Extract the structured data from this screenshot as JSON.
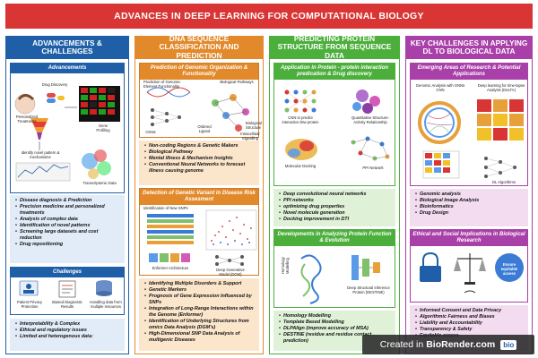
{
  "title": "ADVANCES IN DEEP LEARNING FOR COMPUTATIONAL BIOLOGY",
  "col1": {
    "header": "ADVANCEMENTS & CHALLENGES",
    "panel1": {
      "head": "Advancements",
      "labels": {
        "personalized": "Personalized Treatments",
        "drug": "Drug Discovery",
        "gene": "Gene Profiling",
        "novel": "Identify novel pattern & mechanisme",
        "transcriptomic": "Transcriptomic Data"
      }
    },
    "bullets1": [
      "Disease diagnosis & Prediction",
      "Precision medicine and personalized treatments",
      "Analysis of complex data",
      "Identification of novel patterns",
      "Screening large datasets and cost reduction",
      "Drug repositioning"
    ],
    "panel2": {
      "head": "Challenges",
      "labels": {
        "privacy": "Patient Privacy Protection",
        "biased": "Biased Diagnostic Results",
        "handling": "Handling data from multiple resources"
      }
    },
    "bullets2": [
      "Interpretability & Complex",
      "Ethical and regulatory issues",
      "Limited and heterogenous data:"
    ]
  },
  "col2": {
    "header": "DNA SEQUENCE CLASSIFICATION AND PREDICTION",
    "panel1": {
      "head": "Prediction of Genomic Organization & Functionality",
      "labels": {
        "prediction": "Prediction of Genomic Element Functionality",
        "pathways": "Biological Pathways",
        "cnns": "CNNs",
        "ordered": "Ordered Ligand",
        "biological": "Biological Structure",
        "signalling": "Intracellular Signalling"
      }
    },
    "bullets1": [
      "Non-coding Regions & Genetic Makers",
      "Biological Pathway",
      "Mental illness & Mechanism Insights",
      "Conventional Neural Networks to forecast illness causing genome"
    ],
    "panel2": {
      "head": "Detection of Genetic Variant in Disease Risk Assesment",
      "labels": {
        "snps": "Identification of New SNPs",
        "enformer": "Enformer Architecture",
        "dgm": "Deep Generative Model (DGM)"
      }
    },
    "bullets2": [
      "Identifying Multiple Disorders & Support",
      "Genetic Markers",
      "Prognosis of Gene Expression Influenced by SNPs",
      "Integration of Long-Range Interactions within the Genome (Enformer)",
      "Identification of Underlying Structures from omics Data Analysis (DGM's)",
      "High-Dimensional SNP Data Analysis of multigenic Diseases"
    ]
  },
  "col3": {
    "header": "PREDICTING PROTEIN STRUCTURE FROM SEQUENCE DATA",
    "panel1": {
      "head": "Application in Protein - protein interaction predication & Drug discovery",
      "labels": {
        "cnn": "CNN to predict interaction btw protein",
        "qsar": "Quantitative Structure-Activity Relationship",
        "docking": "Molecular Docking",
        "ppi": "PPI Network"
      }
    },
    "bullets1": [
      "Deep convolutional neural networks",
      "PPI networks",
      "optimizing drug properties",
      "Novel molecule generation",
      "Docking improvement in DTI"
    ],
    "panel2": {
      "head": "Developments in Analyzing Protein Function & Evolution",
      "labels": {
        "homology": "Homology Modelling",
        "destine": "Deep Structural Inference Protein (DESTINE)"
      }
    },
    "bullets2": [
      "Homology Modelling",
      "Template Based Modelling",
      "DLPAlign (improve accuracy of MSA)",
      "DESTINE (residue and residue contact prediction)"
    ]
  },
  "col4": {
    "header": "KEY CHALLENGES IN APPLYING DL TO BIOLOGICAL DATA",
    "panel1": {
      "head": "Emerging Areas of Research & Potential Applications",
      "labels": {
        "genomic": "Genomic Analysis with GNNs CNN",
        "deeplearning": "Deep learning for time-lapse Analysis (DeLTA)",
        "dl": "DL Algorithms"
      }
    },
    "bullets1": [
      "Genomic analysis",
      "Biological Image Analysis",
      "Bioinformatics",
      "Drug Design"
    ],
    "panel2": {
      "head": "Ethical and Social Implications in Biological Research",
      "labels": {
        "ensure": "Ensure equitable access"
      }
    },
    "bullets2": [
      "Informed Consent and Data Privacy",
      "Algorithmic Fairness and Biases",
      "Liability and Accountability",
      "Transparency & Safety",
      "Equitable access"
    ]
  },
  "watermark": {
    "prefix": "Created in",
    "brand": "BioRender.com",
    "badge": "bio"
  }
}
